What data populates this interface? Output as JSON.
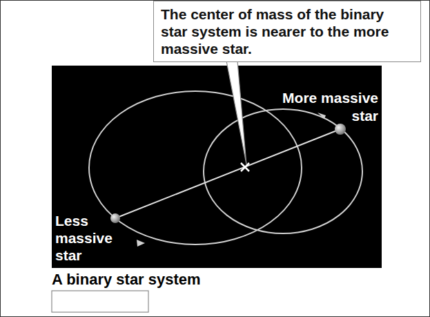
{
  "diagram": {
    "caption": "A binary star system",
    "nodes": [
      {
        "text": [
          "The center of mass of the binary star system is nearer to the more massive star."
        ]
      }
    ],
    "labels": [
      "More massive star",
      "Less massive star"
    ]
  }
}
